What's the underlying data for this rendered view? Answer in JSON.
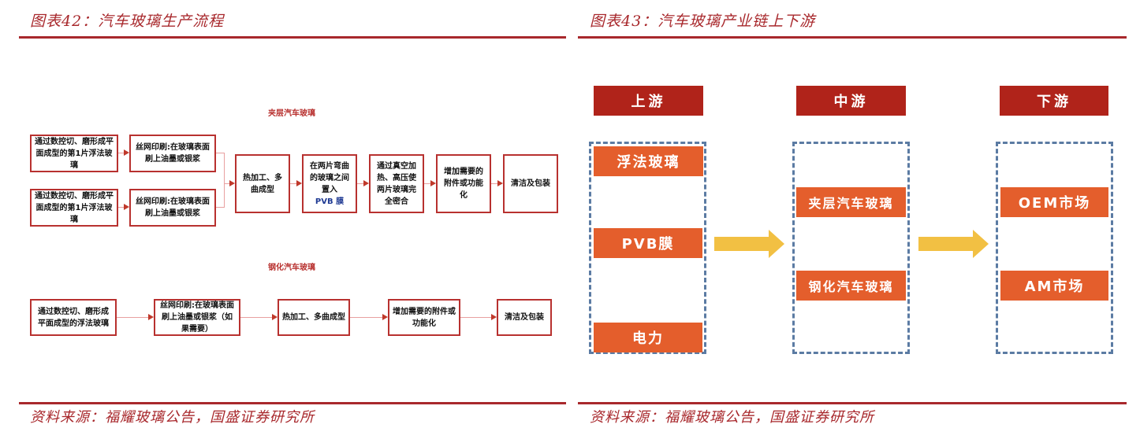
{
  "left_figure": {
    "title": "图表42：汽车玻璃生产流程",
    "source": "资料来源：福耀玻璃公告，国盛证券研究所",
    "laminated": {
      "title": "夹层汽车玻璃",
      "row1_step1": "通过数控切、磨形成平面成型的第1片浮法玻璃",
      "row1_step2": "丝网印刷:在玻璃表面刷上油墨或银浆",
      "row2_step1": "通过数控切、磨形成平面成型的第1片浮法玻璃",
      "row2_step2": "丝网印刷:在玻璃表面刷上油墨或银浆",
      "step3": "热加工、多曲成型",
      "step4_text": "在两片弯曲的玻璃之间置入",
      "step4_pvb": "PVB 膜",
      "step5": "通过真空加热、高压使两片玻璃完全密合",
      "step6": "增加需要的附件或功能化",
      "step7": "清洁及包装"
    },
    "tempered": {
      "title": "钢化汽车玻璃",
      "step1": "通过数控切、磨形成平面成型的浮法玻璃",
      "step2": "丝网印刷:在玻璃表面刷上油墨或银浆（如果需要）",
      "step3": "热加工、多曲成型",
      "step4": "增加需要的附件或功能化",
      "step5": "清洁及包装"
    }
  },
  "right_figure": {
    "title": "图表43：汽车玻璃产业链上下游",
    "source": "资料来源：福耀玻璃公告，国盛证券研究所",
    "upstream": {
      "label": "上游",
      "items": [
        "浮法玻璃",
        "PVB膜",
        "电力"
      ]
    },
    "midstream": {
      "label": "中游",
      "items": [
        "夹层汽车玻璃",
        "钢化汽车玻璃"
      ]
    },
    "downstream": {
      "label": "下游",
      "items": [
        "OEM市场",
        "AM市场"
      ]
    }
  },
  "colors": {
    "title_red": "#a8282c",
    "stage_red": "#b0231a",
    "item_orange": "#e45e2c",
    "arrow_yellow": "#f2c043",
    "dash_blue": "#5b7ba3"
  }
}
